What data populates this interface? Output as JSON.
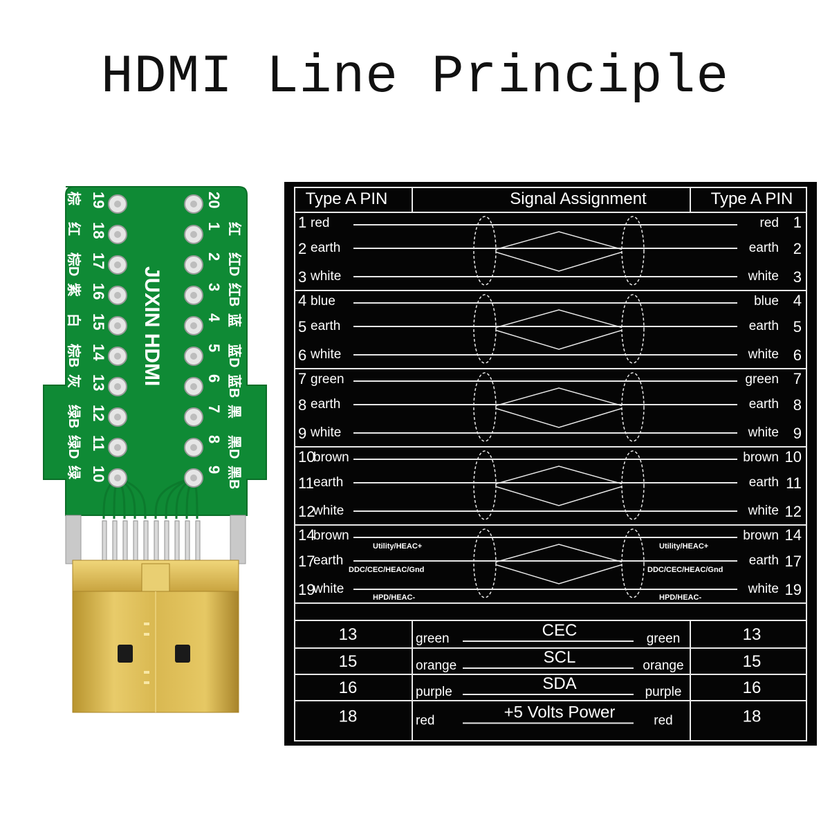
{
  "title": "HDMI Line Principle",
  "board": {
    "brand": "JUXIN HDMI",
    "left_pads": [
      {
        "pin": "19",
        "label": "棕"
      },
      {
        "pin": "18",
        "label": "红"
      },
      {
        "pin": "17",
        "label": "棕D"
      },
      {
        "pin": "16",
        "label": "紫"
      },
      {
        "pin": "15",
        "label": "白"
      },
      {
        "pin": "14",
        "label": "棕B"
      },
      {
        "pin": "13",
        "label": "灰"
      },
      {
        "pin": "12",
        "label": "绿B"
      },
      {
        "pin": "11",
        "label": "绿D"
      },
      {
        "pin": "10",
        "label": "绿"
      }
    ],
    "right_pads": [
      {
        "pin": "20",
        "label": ""
      },
      {
        "pin": "1",
        "label": "红"
      },
      {
        "pin": "2",
        "label": "红D"
      },
      {
        "pin": "3",
        "label": "红B"
      },
      {
        "pin": "4",
        "label": "蓝"
      },
      {
        "pin": "5",
        "label": "蓝D"
      },
      {
        "pin": "6",
        "label": "蓝B"
      },
      {
        "pin": "7",
        "label": "黑"
      },
      {
        "pin": "8",
        "label": "黑D"
      },
      {
        "pin": "9",
        "label": "黑B"
      }
    ]
  },
  "table": {
    "headers": {
      "left": "Type A PIN",
      "center": "Signal Assignment",
      "right": "Type A PIN"
    },
    "pair_groups": [
      {
        "rows": [
          {
            "pin": "1",
            "color": "red"
          },
          {
            "pin": "2",
            "color": "earth"
          },
          {
            "pin": "3",
            "color": "white"
          }
        ]
      },
      {
        "rows": [
          {
            "pin": "4",
            "color": "blue"
          },
          {
            "pin": "5",
            "color": "earth"
          },
          {
            "pin": "6",
            "color": "white"
          }
        ]
      },
      {
        "rows": [
          {
            "pin": "7",
            "color": "green"
          },
          {
            "pin": "8",
            "color": "earth"
          },
          {
            "pin": "9",
            "color": "white"
          }
        ]
      },
      {
        "rows": [
          {
            "pin": "10",
            "color": "brown"
          },
          {
            "pin": "11",
            "color": "earth"
          },
          {
            "pin": "12",
            "color": "white"
          }
        ]
      },
      {
        "rows": [
          {
            "pin": "14",
            "color": "brown"
          },
          {
            "pin": "17",
            "color": "earth"
          },
          {
            "pin": "19",
            "color": "white"
          }
        ],
        "signal_labels": [
          "Utility/HEAC+",
          "DDC/CEC/HEAC/Gnd",
          "HPD/HEAC-"
        ]
      }
    ],
    "single_rows": [
      {
        "pin": "13",
        "color": "green",
        "signal": "CEC"
      },
      {
        "pin": "15",
        "color": "orange",
        "signal": "SCL"
      },
      {
        "pin": "16",
        "color": "purple",
        "signal": "SDA"
      },
      {
        "pin": "18",
        "color": "red",
        "signal": "+5 Volts Power"
      }
    ]
  },
  "colors": {
    "pcb": "#0f8a35",
    "pcb_dark": "#0a6e28",
    "gold": "#d4b24a",
    "gold_dark": "#a8842a",
    "diagram_bg": "#050505",
    "diagram_line": "#e8e8e8"
  }
}
